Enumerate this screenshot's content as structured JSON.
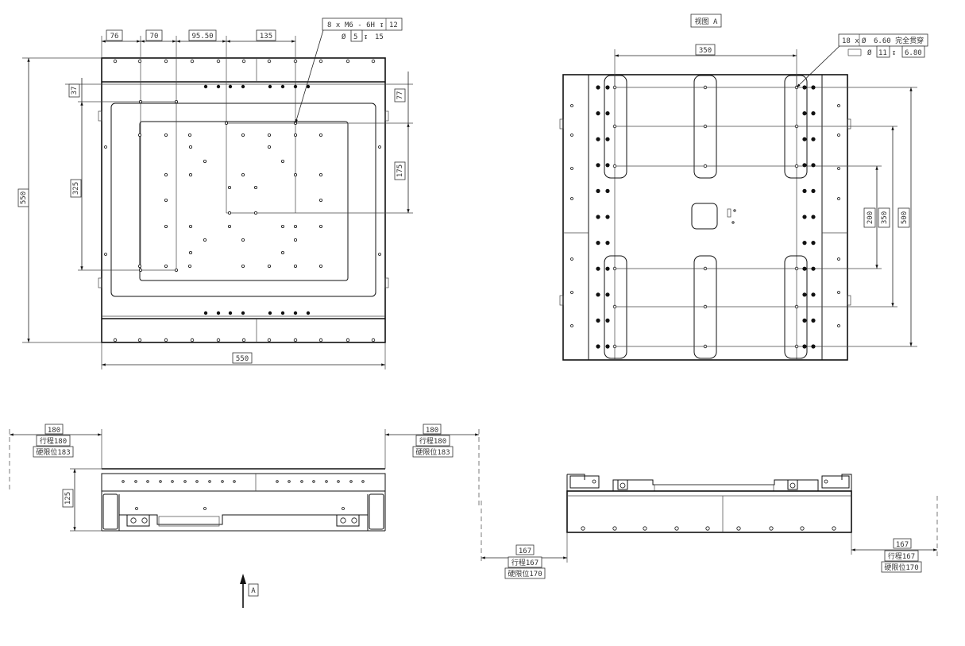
{
  "view_a_title": "视图 A",
  "arrow_label": "A",
  "top_view": {
    "dims_top": [
      "76",
      "70",
      "95.50",
      "135"
    ],
    "dim_width": "550",
    "dim_height": "550",
    "dim_37": "37",
    "dim_325": "325",
    "dim_77": "77",
    "dim_175": "175",
    "callout_line1": [
      "8 x",
      "M6 - 6H",
      "12"
    ],
    "callout_line2": [
      "5",
      "15"
    ]
  },
  "view_a": {
    "dim_350_h": "350",
    "dim_200": "200",
    "dim_350_v": "350",
    "dim_500": "500",
    "callout_line1": [
      "18 x",
      "6.60 完全贯穿"
    ],
    "callout_line2": [
      "11",
      "6.80"
    ]
  },
  "front_view": {
    "left": {
      "dim": "180",
      "stroke": "行程180",
      "limit": "硬限位183"
    },
    "right": {
      "dim": "180",
      "stroke": "行程180",
      "limit": "硬限位183"
    },
    "height": "125"
  },
  "side_view": {
    "left": {
      "dim": "167",
      "stroke": "行程167",
      "limit": "硬限位170"
    },
    "right": {
      "dim": "167",
      "stroke": "行程167",
      "limit": "硬限位170"
    }
  }
}
